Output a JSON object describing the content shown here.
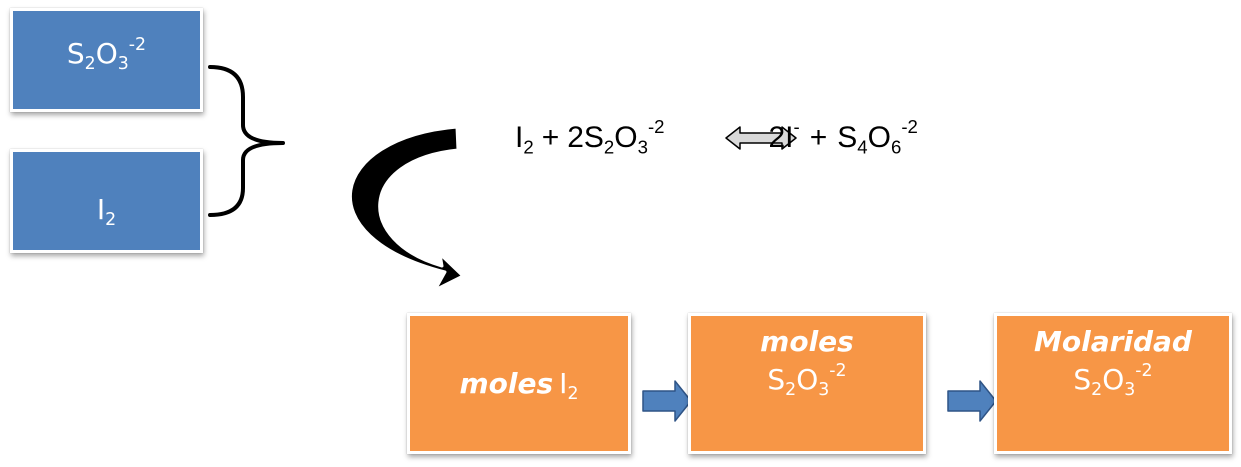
{
  "inputs": {
    "thio": {
      "base1": "S",
      "sub1": "2",
      "base2": "O",
      "sub2": "3",
      "charge": "-2"
    },
    "iodine": {
      "base": "I",
      "sub": "2"
    }
  },
  "equation": {
    "r1_base": "I",
    "r1_sub": "2",
    "plus1": "+",
    "r2_coef": "2S",
    "r2_sub1": "2",
    "r2_base2": "O",
    "r2_sub2": "3",
    "r2_charge": "-2",
    "p1": "2I",
    "p1_charge": "-",
    "plus2": "+",
    "p2_base1": "S",
    "p2_sub1": "4",
    "p2_base2": "O",
    "p2_sub2": "6",
    "p2_charge": "-2"
  },
  "steps": {
    "step1": {
      "label": "moles",
      "formula_base": "I",
      "formula_sub": "2"
    },
    "step2": {
      "label": "moles",
      "base1": "S",
      "sub1": "2",
      "base2": "O",
      "sub2": "3",
      "charge": "-2"
    },
    "step3": {
      "label": "Molaridad",
      "base1": "S",
      "sub1": "2",
      "base2": "O",
      "sub2": "3",
      "charge": "-2"
    }
  },
  "colors": {
    "input_box": "#4f81bd",
    "step_box": "#f79646",
    "flow_arrow": "#4f81bd",
    "curved_arrow": "#000000",
    "double_arrow_fill": "#d9d9d9"
  }
}
